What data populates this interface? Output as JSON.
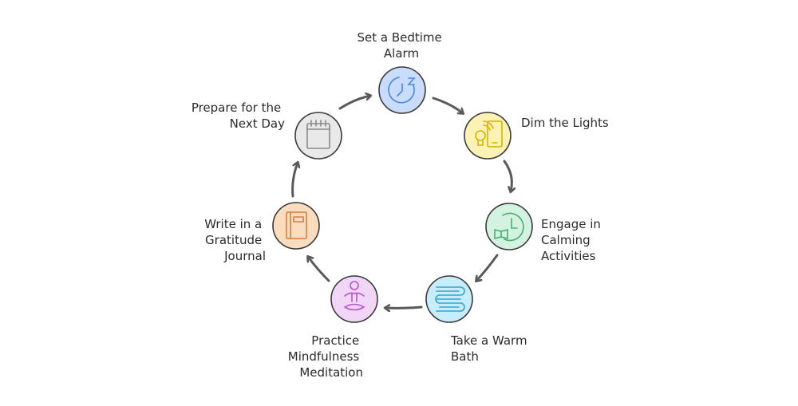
{
  "steps": [
    {
      "id": "alarm",
      "label_lines": [
        "Set a Bedtime",
        "Alarm"
      ],
      "icon": "clock-z-icon",
      "color": "#c9dcfb",
      "accent": "#4a86e8"
    },
    {
      "id": "lights",
      "label_lines": [
        "Dim the Lights"
      ],
      "icon": "bulb-tablet-icon",
      "color": "#fbf2b3",
      "accent": "#d9b300"
    },
    {
      "id": "calming",
      "label_lines": [
        "Engage in",
        "Calming",
        "Activities"
      ],
      "icon": "clock-book-icon",
      "color": "#d3f2df",
      "accent": "#4caf73"
    },
    {
      "id": "bath",
      "label_lines": [
        "Take a Warm",
        "Bath"
      ],
      "icon": "bath-icon",
      "color": "#c7ecfa",
      "accent": "#35a3d6"
    },
    {
      "id": "meditation",
      "label_lines": [
        "Practice",
        "Mindfulness",
        "Meditation"
      ],
      "icon": "meditation-icon",
      "color": "#f2d6f7",
      "accent": "#b257c9"
    },
    {
      "id": "journal",
      "label_lines": [
        "Write in a",
        "Gratitude",
        "Journal"
      ],
      "icon": "journal-icon",
      "color": "#fbdcbf",
      "accent": "#d3803d"
    },
    {
      "id": "prepare",
      "label_lines": [
        "Prepare for the",
        "Next Day"
      ],
      "icon": "calendar-icon",
      "color": "#e9e9e9",
      "accent": "#8a8a8a"
    }
  ]
}
